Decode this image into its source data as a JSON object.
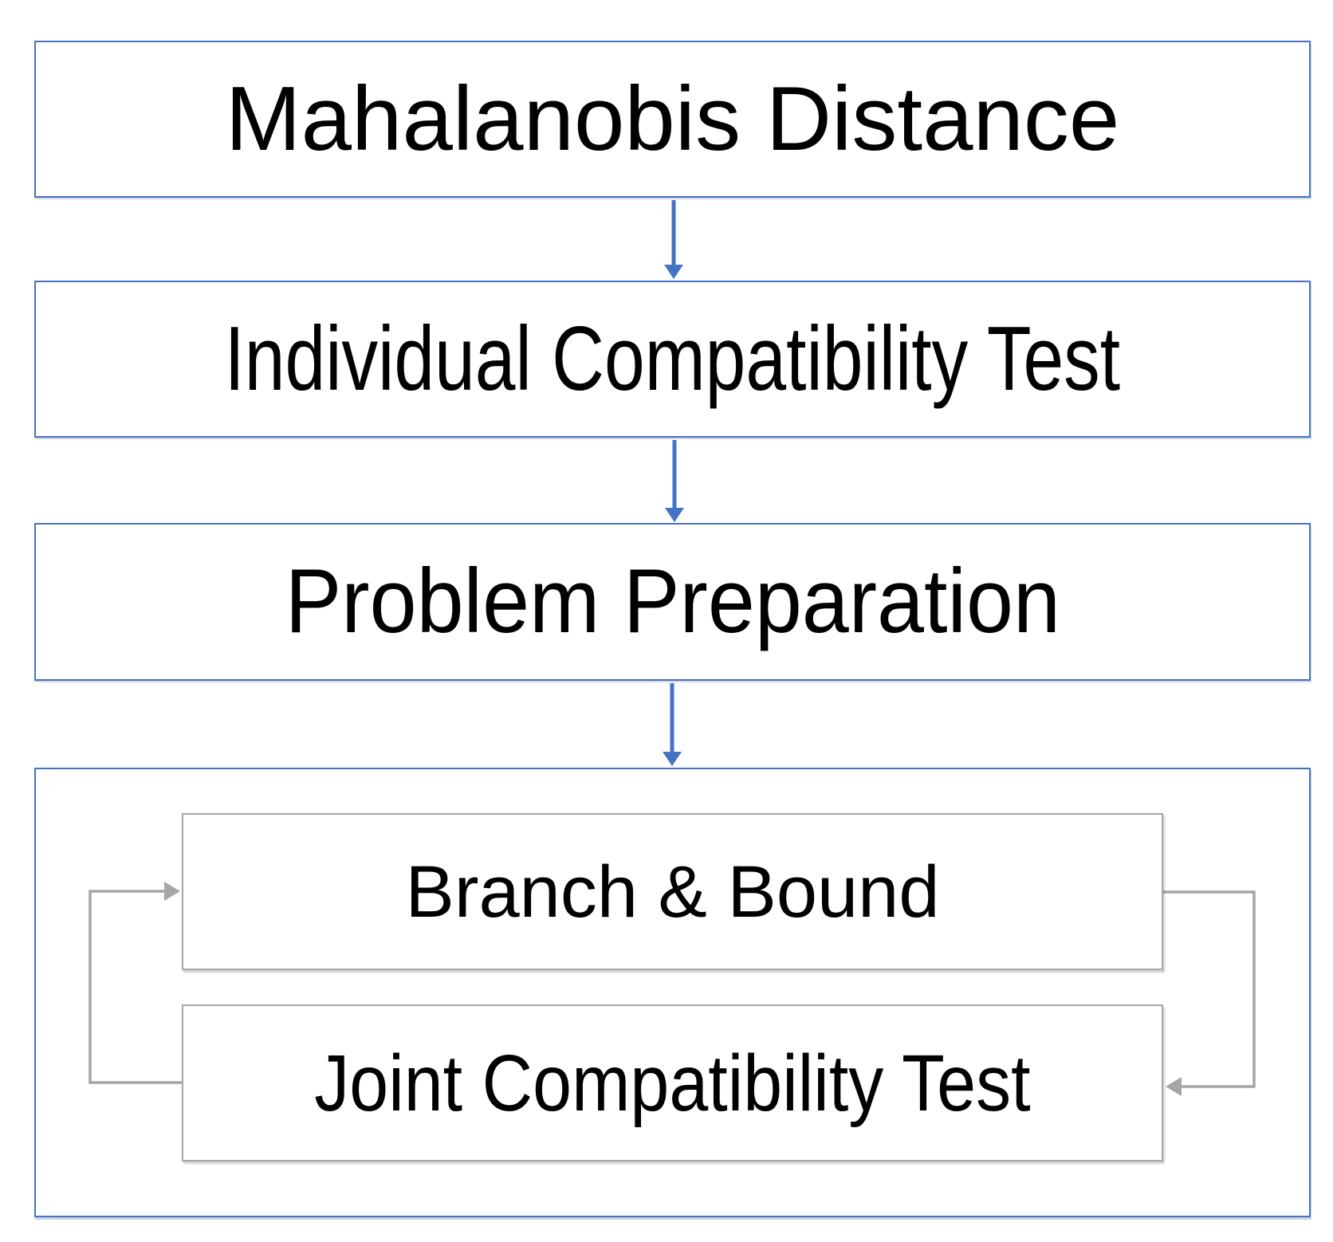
{
  "diagram": {
    "type": "flowchart",
    "nodes": [
      {
        "id": "mahalanobis-distance",
        "label": "Mahalanobis Distance",
        "shape": "rectangle",
        "border_color": "#4472C4"
      },
      {
        "id": "individual-compatibility-test",
        "label": "Individual Compatibility Test",
        "shape": "rectangle",
        "border_color": "#4472C4"
      },
      {
        "id": "problem-preparation",
        "label": "Problem Preparation",
        "shape": "rectangle",
        "border_color": "#4472C4"
      },
      {
        "id": "branch-and-bound",
        "label": "Branch & Bound",
        "shape": "rectangle",
        "border_color": "#A6A6A6"
      },
      {
        "id": "joint-compatibility-test",
        "label": "Joint Compatibility Test",
        "shape": "rectangle",
        "border_color": "#A6A6A6"
      }
    ],
    "container": {
      "id": "loop-container",
      "contains": [
        "branch-and-bound",
        "joint-compatibility-test"
      ],
      "border_color": "#4472C4"
    },
    "edges": [
      {
        "from": "mahalanobis-distance",
        "to": "individual-compatibility-test",
        "style": "straight-down-arrow",
        "color": "#4472C4"
      },
      {
        "from": "individual-compatibility-test",
        "to": "problem-preparation",
        "style": "straight-down-arrow",
        "color": "#4472C4"
      },
      {
        "from": "problem-preparation",
        "to": "loop-container",
        "style": "straight-down-arrow",
        "color": "#4472C4"
      },
      {
        "from": "joint-compatibility-test",
        "to": "branch-and-bound",
        "style": "left-side-loop-arrow",
        "color": "#A6A6A6"
      },
      {
        "from": "branch-and-bound",
        "to": "joint-compatibility-test",
        "style": "right-side-loop-arrow",
        "color": "#A6A6A6"
      }
    ],
    "colors": {
      "accent": "#4472C4",
      "loop": "#A6A6A6",
      "text": "#000000",
      "bg": "#FFFFFF"
    }
  }
}
